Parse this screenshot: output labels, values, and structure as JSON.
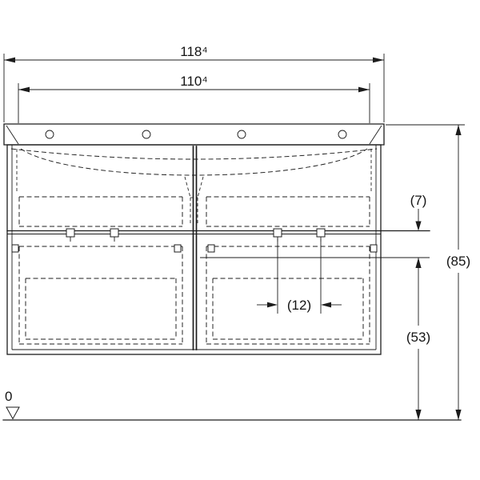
{
  "drawing": {
    "labels": {
      "outer_width": "118⁴",
      "inner_width": "110⁴",
      "upper_offset": "(7)",
      "total_height": "(85)",
      "lower_height": "(53)",
      "center_spacing": "(12)",
      "floor_level": "0"
    },
    "colors": {
      "line": "#1c1c1c",
      "background": "#ffffff"
    }
  }
}
